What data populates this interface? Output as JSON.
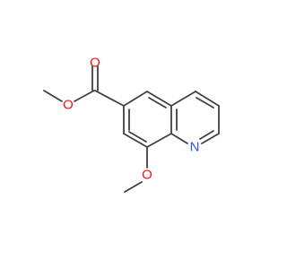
{
  "molecule": {
    "atoms": {
      "ester_carbonyl_oxygen": {
        "symbol": "O",
        "color": "#ff0d0d"
      },
      "ester_ether_oxygen": {
        "symbol": "O",
        "color": "#ff0d0d"
      },
      "ring_nitrogen": {
        "symbol": "N",
        "color": "#3050f8"
      },
      "methoxy_oxygen": {
        "symbol": "O",
        "color": "#ff0d0d"
      }
    },
    "bond_color": "#404040"
  }
}
